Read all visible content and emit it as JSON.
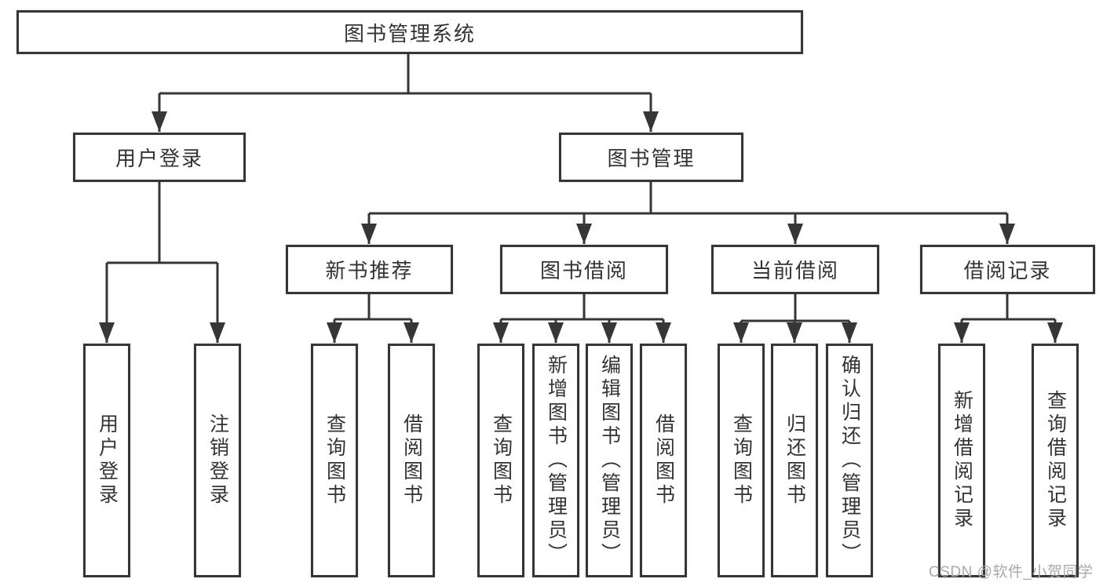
{
  "diagram": {
    "root": {
      "label": "图书管理系统"
    },
    "level2": [
      {
        "label": "用户登录"
      },
      {
        "label": "图书管理"
      }
    ],
    "level3": [
      {
        "label": "新书推荐"
      },
      {
        "label": "图书借阅"
      },
      {
        "label": "当前借阅"
      },
      {
        "label": "借阅记录"
      }
    ],
    "leaves": [
      {
        "label": "用户登录"
      },
      {
        "label": "注销登录"
      },
      {
        "label": "查询图书"
      },
      {
        "label": "借阅图书"
      },
      {
        "label": "查询图书"
      },
      {
        "label": "新增图书（管理员）"
      },
      {
        "label": "编辑图书（管理员）"
      },
      {
        "label": "借阅图书"
      },
      {
        "label": "查询图书"
      },
      {
        "label": "归还图书"
      },
      {
        "label": "确认归还（管理员）"
      },
      {
        "label": "新增借阅记录"
      },
      {
        "label": "查询借阅记录"
      }
    ]
  },
  "watermark": {
    "text": "CSDN @软件_小贺同学"
  },
  "colors": {
    "line": "#363636",
    "text": "#333333",
    "watermark": "#a9a9a9",
    "background": "#ffffff"
  }
}
